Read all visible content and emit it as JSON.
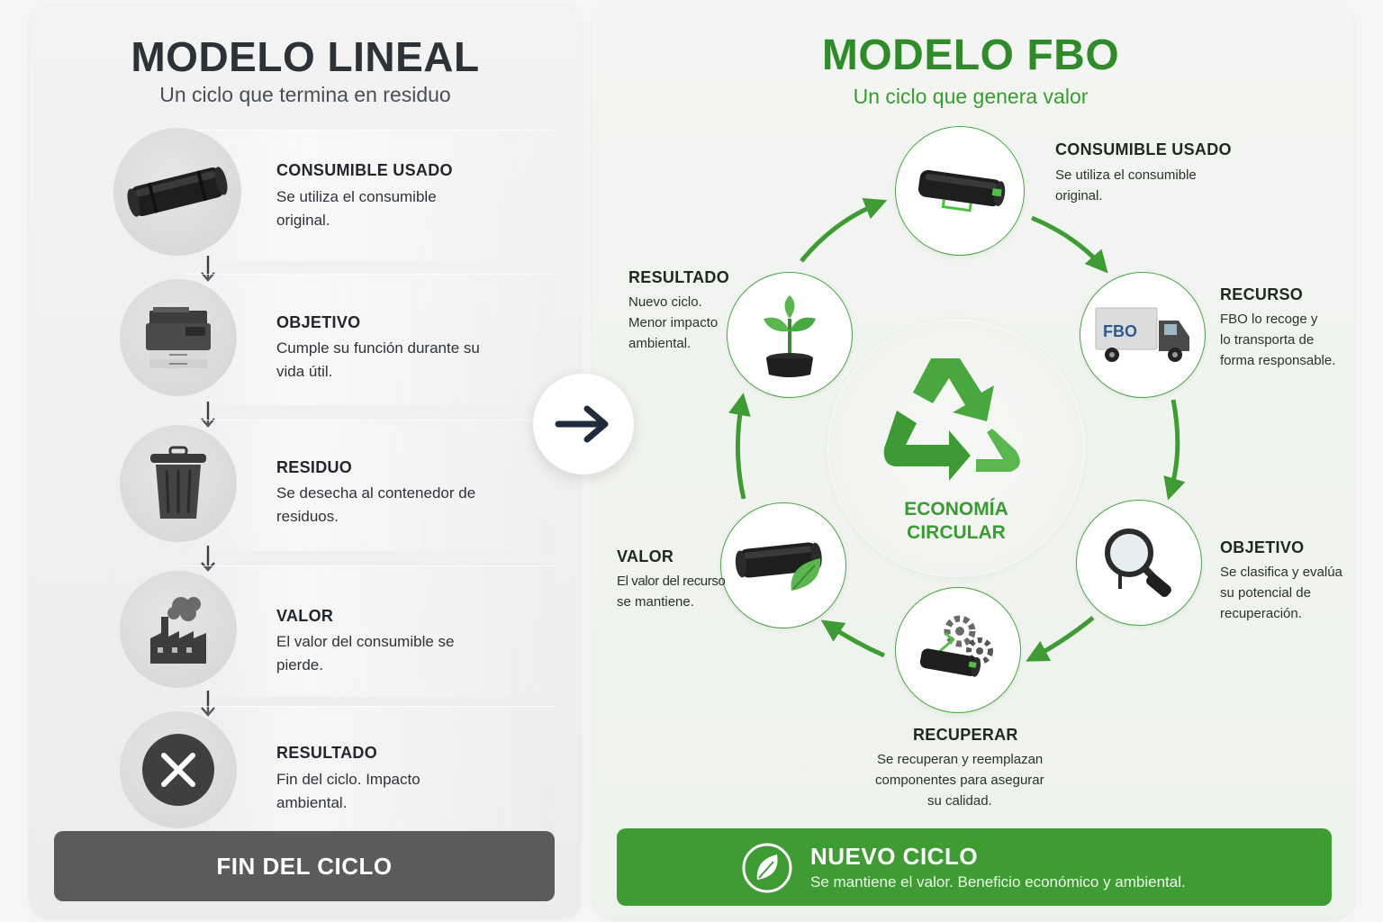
{
  "left": {
    "title": "MODELO LINEAL",
    "subtitle": "Un ciclo que termina en residuo",
    "steps": [
      {
        "title": "CONSUMIBLE USADO",
        "desc": "Se utiliza el consumible original.",
        "icon": "toner-cartridge-icon"
      },
      {
        "title": "OBJETIVO",
        "desc": "Cumple su función durante su vida útil.",
        "icon": "printer-icon"
      },
      {
        "title": "RESIDUO",
        "desc": "Se desecha al contenedor de residuos.",
        "icon": "trash-can-icon"
      },
      {
        "title": "VALOR",
        "desc": "El valor del consumible se pierde.",
        "icon": "factory-icon"
      },
      {
        "title": "RESULTADO",
        "desc": "Fin del ciclo. Impacto ambiental.",
        "icon": "close-x-icon"
      }
    ],
    "footer": "FIN DEL CICLO"
  },
  "right": {
    "title": "MODELO FBO",
    "subtitle": "Un ciclo que genera valor",
    "center_label_1": "ECONOMÍA",
    "center_label_2": "CIRCULAR",
    "nodes": {
      "consumible": {
        "title": "CONSUMIBLE USADO",
        "desc_1": "Se utiliza el consumible",
        "desc_2": "original.",
        "icon": "toner-cartridge-icon"
      },
      "recurso": {
        "title": "RECURSO",
        "desc_1": "FBO lo recoge y",
        "desc_2": "lo transporta de",
        "desc_3": "forma responsable.",
        "icon": "delivery-truck-icon",
        "truck_text": "FBO"
      },
      "objetivo": {
        "title": "OBJETIVO",
        "desc_1": "Se clasifica y evalúa",
        "desc_2": "su potencial de",
        "desc_3": "recuperación.",
        "icon": "magnifier-icon"
      },
      "recuperar": {
        "title": "RECUPERAR",
        "desc_1": "Se recuperan y reemplazan",
        "desc_2": "componentes para asegurar",
        "desc_3": "su calidad.",
        "icon": "gears-cartridge-icon"
      },
      "valor": {
        "title": "VALOR",
        "desc_1": "El valor del recurso",
        "desc_2": "se mantiene.",
        "icon": "cartridge-leaf-icon"
      },
      "resultado": {
        "title": "RESULTADO",
        "desc_1": "Nuevo ciclo.",
        "desc_2": "Menor impacto",
        "desc_3": "ambiental.",
        "icon": "plant-sprout-icon"
      }
    },
    "footer_title": "NUEVO CICLO",
    "footer_sub": "Se mantiene el valor. Beneficio económico y ambiental."
  },
  "colors": {
    "green": "#3f9b34",
    "dark_gray": "#5b5b5b",
    "navy": "#1f2a3a"
  }
}
